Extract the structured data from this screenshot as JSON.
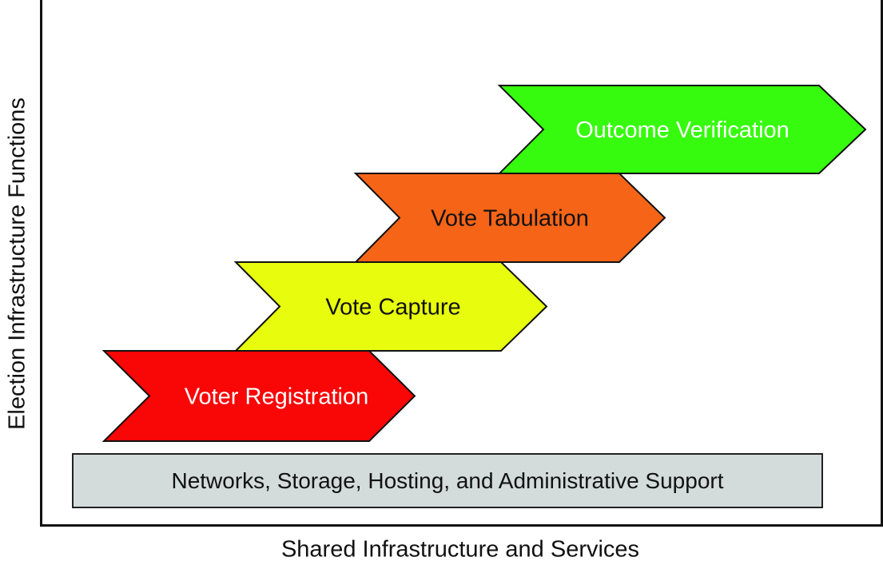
{
  "axes": {
    "y_label": "Election Infrastructure Functions",
    "x_label": "Shared Infrastructure and Services"
  },
  "base": {
    "label": "Networks, Storage, Hosting, and Administrative Support",
    "color": "#d3dbdb"
  },
  "stages": [
    {
      "id": "voter-registration",
      "label": "Voter Registration",
      "fill": "#f90606",
      "text_color": "#ffffff",
      "step": 1
    },
    {
      "id": "vote-capture",
      "label": "Vote Capture",
      "fill": "#e8fc0e",
      "text_color": "#111111",
      "step": 2
    },
    {
      "id": "vote-tabulation",
      "label": "Vote Tabulation",
      "fill": "#f66418",
      "text_color": "#111111",
      "step": 3
    },
    {
      "id": "outcome-verification",
      "label": "Outcome Verification",
      "fill": "#36fb0e",
      "text_color": "#ffffff",
      "step": 4
    }
  ]
}
